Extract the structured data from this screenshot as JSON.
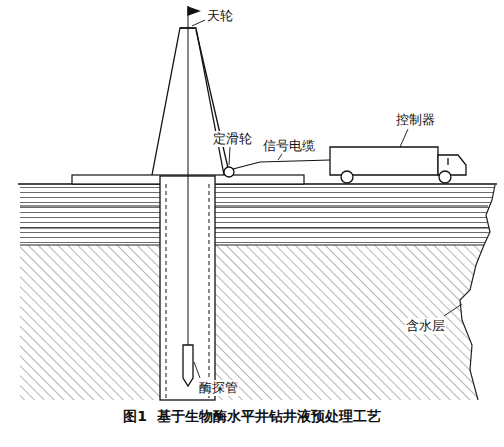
{
  "diagram": {
    "caption": "图1  基于生物酶水平井钻井液预处理工艺",
    "labels": [
      "天轮",
      "定滑轮",
      "信号电缆",
      "控制器",
      "含水层",
      "酶探管"
    ]
  }
}
